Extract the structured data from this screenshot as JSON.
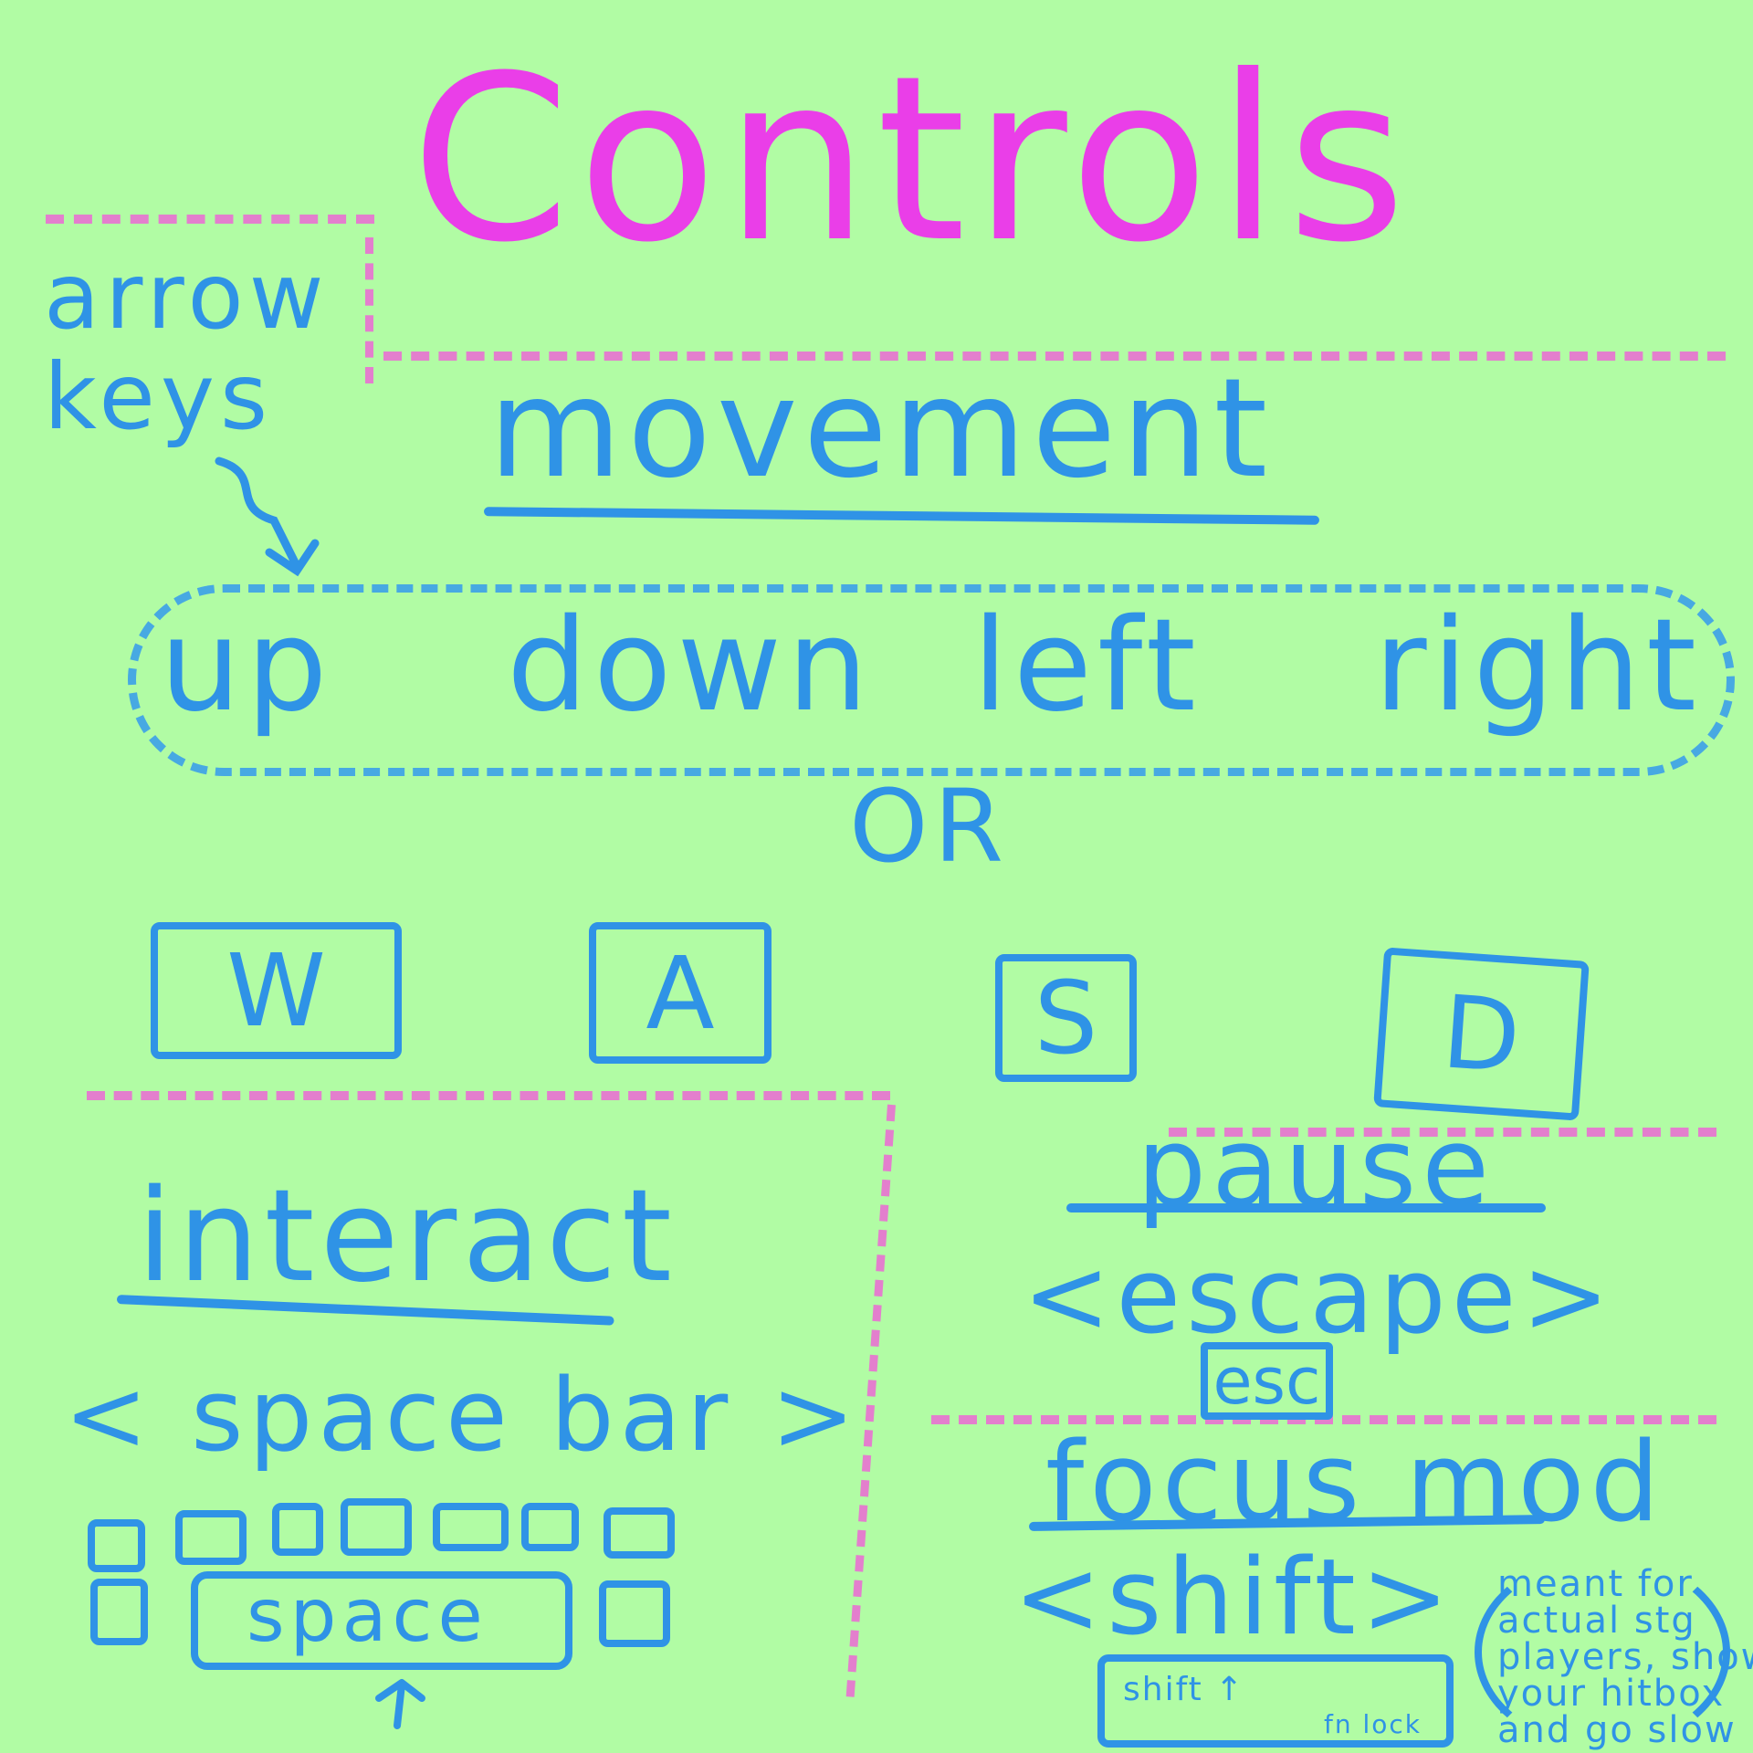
{
  "title": "Controls",
  "arrow_keys_label": [
    "arrow",
    "keys"
  ],
  "movement": {
    "heading": "movement",
    "directions": [
      "up",
      "down",
      "left",
      "right"
    ],
    "or_label": "OR",
    "wasd_keys": [
      "W",
      "A",
      "S",
      "D"
    ]
  },
  "interact": {
    "heading": "interact",
    "key_label": "< space bar >",
    "space_key_text": "space"
  },
  "pause": {
    "heading": "pause",
    "key_label": "<escape>",
    "esc_key_text": "esc"
  },
  "focus": {
    "heading": "focus mod",
    "key_label": "<shift>",
    "shift_key_text": "shift ↑",
    "fn_lock_text": "fn lock",
    "note_lines": [
      "meant for",
      "actual stg",
      "players, shows",
      "your hitbox",
      "and go slow"
    ]
  },
  "colors": {
    "background": "#b1fca4",
    "title": "#ea3ee8",
    "ink": "#2f93e6",
    "divider": "#e37fcd"
  }
}
